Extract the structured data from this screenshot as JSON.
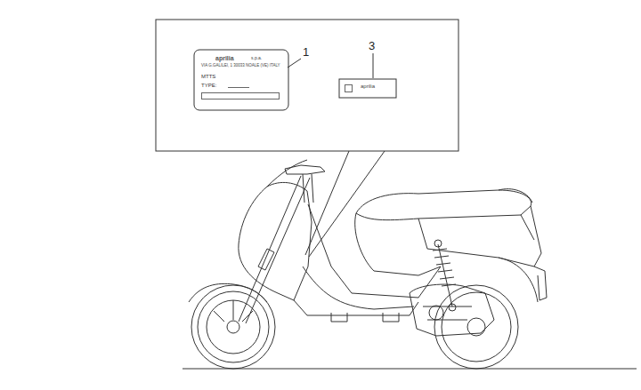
{
  "diagram": {
    "nodes": [
      {
        "text": [
          "aprilia",
          "s.p.a.",
          "VIA G.GALILEI, 1 30033 NOALE (VE) ITALY",
          "MTTS",
          "TYPE:"
        ]
      },
      {
        "text": [
          "aprilia"
        ]
      }
    ],
    "labels": [
      "1",
      "3"
    ]
  }
}
